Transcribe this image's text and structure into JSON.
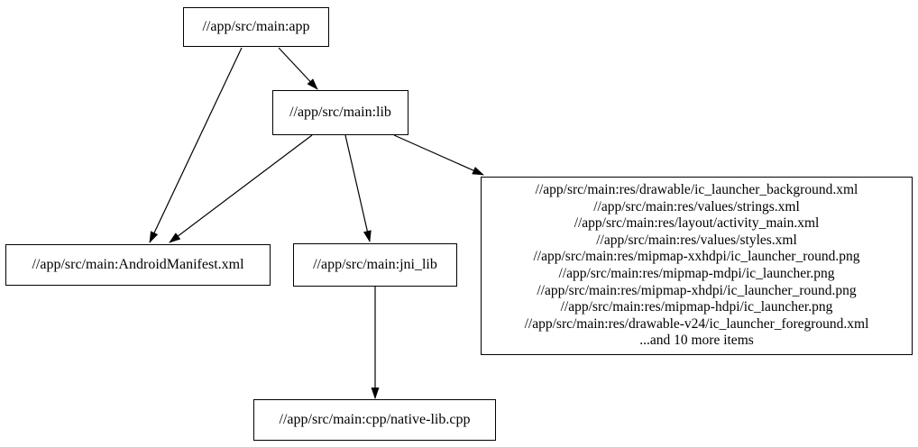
{
  "diagram": {
    "type": "dependency-graph",
    "background_color": "#ffffff",
    "node_border_color": "#000000",
    "text_color": "#000000",
    "edge_color": "#000000",
    "nodes": {
      "app": {
        "label": "//app/src/main:app"
      },
      "lib": {
        "label": "//app/src/main:lib"
      },
      "manifest": {
        "label": "//app/src/main:AndroidManifest.xml"
      },
      "jni": {
        "label": "//app/src/main:jni_lib"
      },
      "cpp": {
        "label": "//app/src/main:cpp/native-lib.cpp"
      },
      "res": {
        "lines": [
          "//app/src/main:res/drawable/ic_launcher_background.xml",
          "//app/src/main:res/values/strings.xml",
          "//app/src/main:res/layout/activity_main.xml",
          "//app/src/main:res/values/styles.xml",
          "//app/src/main:res/mipmap-xxhdpi/ic_launcher_round.png",
          "//app/src/main:res/mipmap-mdpi/ic_launcher.png",
          "//app/src/main:res/mipmap-xhdpi/ic_launcher_round.png",
          "//app/src/main:res/mipmap-hdpi/ic_launcher.png",
          "//app/src/main:res/drawable-v24/ic_launcher_foreground.xml",
          "...and 10 more items"
        ]
      }
    },
    "edges": [
      {
        "from": "//app/src/main:app",
        "to": "//app/src/main:AndroidManifest.xml"
      },
      {
        "from": "//app/src/main:app",
        "to": "//app/src/main:lib"
      },
      {
        "from": "//app/src/main:lib",
        "to": "//app/src/main:AndroidManifest.xml"
      },
      {
        "from": "//app/src/main:lib",
        "to": "//app/src/main:jni_lib"
      },
      {
        "from": "//app/src/main:lib",
        "to": "//app/src/main:res (resource files group)"
      },
      {
        "from": "//app/src/main:jni_lib",
        "to": "//app/src/main:cpp/native-lib.cpp"
      }
    ]
  }
}
